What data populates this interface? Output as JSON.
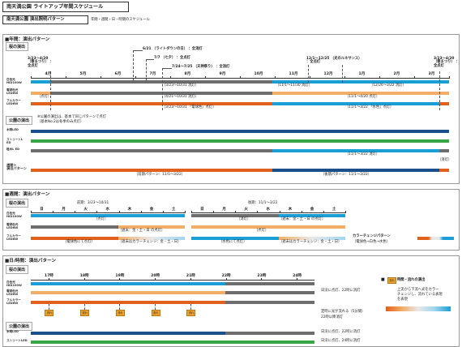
{
  "title": "南天満公園 ライトアップ年間スケジュール",
  "subtitle": "南天満公園 演出照明パターン",
  "note": "年間・週間・日・時間のスケジュール",
  "colors": {
    "white_blue": "#1a9ed6",
    "bulb_peach": "#f2ad66",
    "fullcolor_orange": "#e0601c",
    "gray": "#6d6d6d",
    "navy": "#1a4f8a",
    "green": "#39a645",
    "accent": "#f0a531"
  },
  "annual": {
    "section": "■年間：演出パターン",
    "group_sakura": "桜の演出",
    "group_park": "公園の演出",
    "months": [
      "4月",
      "5月",
      "6月",
      "7月",
      "8月",
      "9月",
      "10月",
      "11月",
      "12月",
      "1月",
      "2月",
      "3月"
    ],
    "rows": [
      {
        "l1": "白色光",
        "l2": "HID100W"
      },
      {
        "l1": "電球色光",
        "l2": "LED6W"
      },
      {
        "l1": "フルカラー",
        "l2": "LED6W"
      },
      {
        "l1": "木明LED"
      },
      {
        "l1": "ストリートL",
        "l2": "ED"
      },
      {
        "l1": "植木L ED"
      },
      {
        "l1": "週間ト",
        "l2": "演出パターン"
      }
    ],
    "callouts": [
      "3/23～4/20 （春まつり） ：全点灯",
      "6/21 （ライトダウンの日） ：全消灯",
      "7/7 （七夕） ：全点灯",
      "7/24～7/25 （天神祭り） ：全消灯",
      "12/1～12/25 （光のルネサンス） ：全点灯",
      "3/23～4/20 （春まつり） ：全点灯"
    ],
    "bar_labels": {
      "r1_mid": "（3/23～10/31 消灯）",
      "r1_nov": "（11/1～11/30 消灯）",
      "r1_dec": "（12/26～3/22 消灯）",
      "r2_left": "（点灯）",
      "r2_mid": "（4/21～10/31 消灯）",
      "r2_right": "（11/1～4/20 点灯）",
      "r3_mid": "（3/23～10/31 「電球色」点灯）",
      "r3_right": "（11/1～3/22 「水色」点灯）",
      "park_note1": "※公園の演出は、基本で同じパターンで点灯",
      "park_note2": "（基本No.2は冬季のみ点灯）",
      "r6_mid": "（11/1～3/22 消灯）",
      "r6_end": "（消灯）",
      "pattern_front": "（前期パターン：11/1～3/22）",
      "pattern_back": "（後期パターン：11/1～3/22）"
    }
  },
  "weekly": {
    "section": "■週間：演出パターン",
    "group_sakura": "桜の演出",
    "period_front": "前期：3/23～10/31",
    "period_back": "後期：11/1～3/22",
    "days": [
      "日",
      "月",
      "火",
      "水",
      "木",
      "金",
      "土"
    ],
    "rows": [
      {
        "l1": "白色光",
        "l2": "HID100W"
      },
      {
        "l1": "電球色光",
        "l2": "LED6W"
      },
      {
        "l1": "フルカラー",
        "l2": "LED6W"
      }
    ],
    "labels": {
      "f_r1": "（点灯）",
      "f_r2": "（週末：金・土・日 の点灯）",
      "f_r3a": "（電球色にて点灯）",
      "f_r3b": "（週末はカラーチェンジ：金・土・日）",
      "b_r1a": "（消灯）",
      "b_r1b": "（週末：金・土・日 の点灯）",
      "b_r2": "（点灯）",
      "b_r3a": "（水色にて点灯）",
      "b_r3b": "（週末はカラーチェンジ：金・土・日）"
    },
    "legend_title": "カラーチェンジパターン",
    "legend_sub": "（電球色→白色→水色）"
  },
  "daily": {
    "section": "■日/時間：演出パターン",
    "group_sakura": "桜の演出",
    "group_park": "公園の演出",
    "hours": [
      "17時",
      "18時",
      "19時",
      "20時",
      "21時",
      "22時",
      "23時",
      "24時"
    ],
    "rows": [
      {
        "l1": "白色光",
        "l2": "HID100W"
      },
      {
        "l1": "電球色光",
        "l2": "LED6W"
      },
      {
        "l1": "フルカラー",
        "l2": "LED6W"
      },
      {
        "l1": "木明LED"
      },
      {
        "l1": "ストリートLED"
      }
    ],
    "marker": "流れ",
    "markers_count": 5,
    "notes": {
      "n1": "日没に点灯、22時に消灯",
      "n2a": "定時に光が流れる（5分間）",
      "n2b": "22時以降消灯",
      "n3": "日没に点灯、22時に消灯",
      "n4": "日没に点灯、24時に消灯"
    },
    "legend_label": "時間・流れの演出",
    "legend_desc1": "上流から下流へ光をカラー",
    "legend_desc2": "チェンジし、流れている表現",
    "legend_desc3": "を表現"
  }
}
